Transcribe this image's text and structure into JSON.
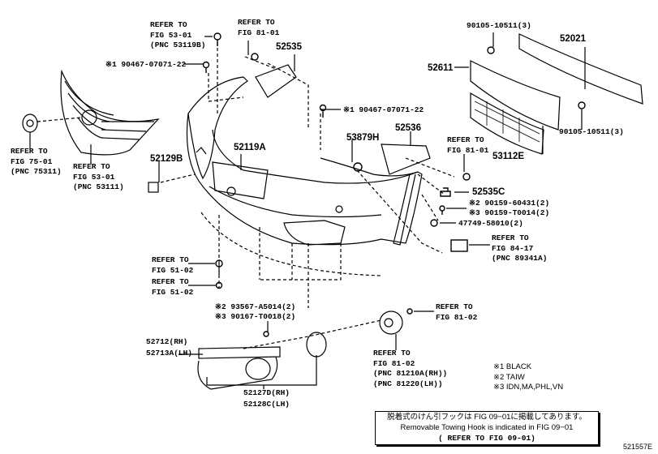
{
  "callouts": {
    "ref_53119b": {
      "l1": "REFER TO",
      "l2": "FIG 53-01",
      "l3": "(PNC 53119B)"
    },
    "ref_8101_top": {
      "l1": "REFER TO",
      "l2": "FIG 81-01"
    },
    "p52535": "52535",
    "clip_left": "※1 90467-07071-22",
    "ref_75311": {
      "l1": "REFER TO",
      "l2": "FIG 75-01",
      "l3": "(PNC 75311)"
    },
    "ref_53111": {
      "l1": "REFER TO",
      "l2": "FIG 53-01",
      "l3": "(PNC 53111)"
    },
    "p52129b": "52129B",
    "p52119a": "52119A",
    "clip_right": "※1 90467-07071-22",
    "p53879h": "53879H",
    "p52536": "52536",
    "ref_8101_right": {
      "l1": "REFER TO",
      "l2": "FIG 81-01"
    },
    "p52535c": "52535C",
    "p90159_a": "※2 90159-60431(2)",
    "p90159_b": "※3 90159-T0014(2)",
    "p47749": "47749-58010(2)",
    "ref_89341a": {
      "l1": "REFER TO",
      "l2": "FIG 84-17",
      "l3": "(PNC 89341A)"
    },
    "p90105_top": "90105-10511(3)",
    "p52021": "52021",
    "p52611": "52611",
    "p90105_bottom": "90105-10511(3)",
    "p53112e": "53112E",
    "ref_5102_a": {
      "l1": "REFER TO",
      "l2": "FIG 51-02"
    },
    "ref_5102_b": {
      "l1": "REFER TO",
      "l2": "FIG 51-02"
    },
    "p93567": "※2 93567-A5014(2)",
    "p90167": "※3 90167-T0018(2)",
    "p52712": "52712(RH)",
    "p52713a": "52713A(LH)",
    "p52127d": "52127D(RH)",
    "p52128c": "52128C(LH)",
    "ref_8102_top": {
      "l1": "REFER TO",
      "l2": "FIG 81-02"
    },
    "ref_8102_fog": {
      "l1": "REFER TO",
      "l2": "FIG 81-02",
      "l3": "(PNC 81210A(RH))",
      "l4": "(PNC 81220(LH))"
    }
  },
  "legend": [
    "※1 BLACK",
    "※2 TAIW",
    "※3 IDN,MA,PHL,VN"
  ],
  "note": {
    "jp": "脱着式のけん引フックは FIG 09−01に掲載してあります。",
    "en": "Removable Towing Hook is indicated in FIG 09−01",
    "ref": "( REFER TO FIG 09-01)"
  },
  "illustration_code": "521557E"
}
